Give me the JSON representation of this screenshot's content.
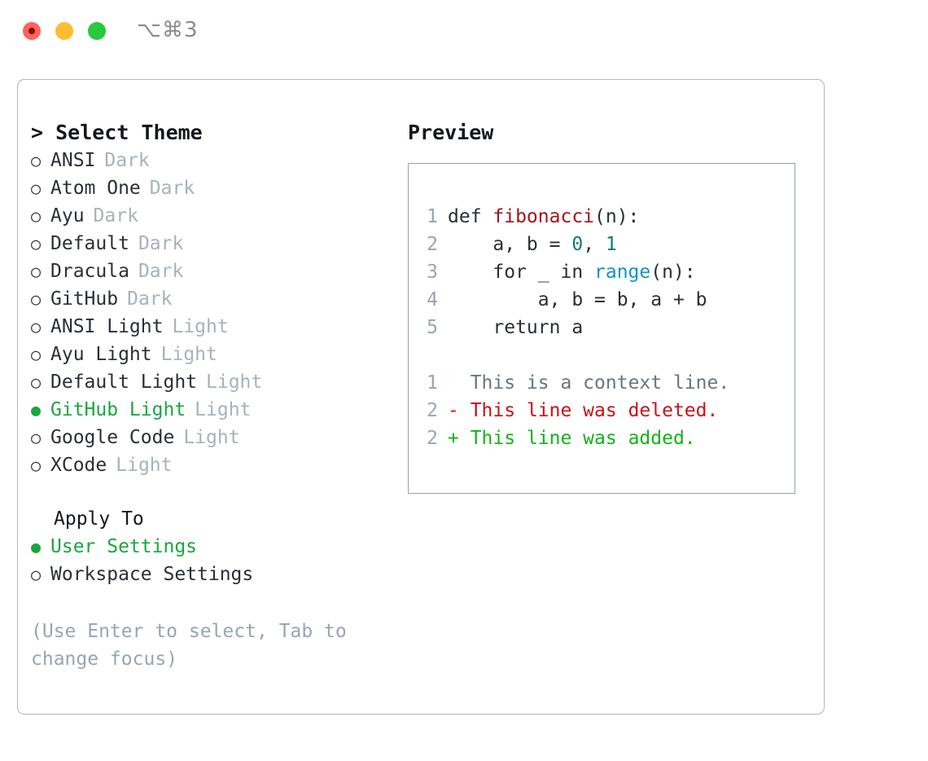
{
  "titlebar": {
    "shortcut": "⌥⌘3",
    "buttons": [
      {
        "name": "close",
        "color": "#ff6259"
      },
      {
        "name": "minimize",
        "color": "#ffbd2f"
      },
      {
        "name": "maximize",
        "color": "#28c83f"
      }
    ]
  },
  "theme_picker": {
    "heading": "> Select Theme",
    "bullet_unselected": "○",
    "bullet_selected": "●",
    "selected_theme": "GitHub Light",
    "items": [
      {
        "label": "ANSI",
        "tag": "Dark",
        "selected": false
      },
      {
        "label": "Atom One",
        "tag": "Dark",
        "selected": false
      },
      {
        "label": "Ayu",
        "tag": "Dark",
        "selected": false
      },
      {
        "label": "Default",
        "tag": "Dark",
        "selected": false
      },
      {
        "label": "Dracula",
        "tag": "Dark",
        "selected": false
      },
      {
        "label": "GitHub",
        "tag": "Dark",
        "selected": false
      },
      {
        "label": "ANSI Light",
        "tag": "Light",
        "selected": false
      },
      {
        "label": "Ayu Light",
        "tag": "Light",
        "selected": false
      },
      {
        "label": "Default Light",
        "tag": "Light",
        "selected": false
      },
      {
        "label": "GitHub Light",
        "tag": "Light",
        "selected": true
      },
      {
        "label": "Google Code",
        "tag": "Light",
        "selected": false
      },
      {
        "label": "XCode",
        "tag": "Light",
        "selected": false
      }
    ]
  },
  "apply_to": {
    "heading": "Apply To",
    "selected_option": "User Settings",
    "options": [
      {
        "label": "User Settings",
        "selected": true
      },
      {
        "label": "Workspace Settings",
        "selected": false
      }
    ]
  },
  "hint": {
    "line1": "(Use Enter to select, Tab to",
    "line2": "change focus)"
  },
  "preview": {
    "title": "Preview",
    "code_lines": [
      {
        "num": "1",
        "parts": [
          {
            "t": "def ",
            "c": "plain"
          },
          {
            "t": "fibonacci",
            "c": "fn"
          },
          {
            "t": "(n):",
            "c": "plain"
          }
        ]
      },
      {
        "num": "2",
        "parts": [
          {
            "t": "    a, b = ",
            "c": "plain"
          },
          {
            "t": "0",
            "c": "num"
          },
          {
            "t": ", ",
            "c": "plain"
          },
          {
            "t": "1",
            "c": "num"
          }
        ]
      },
      {
        "num": "3",
        "parts": [
          {
            "t": "    for _ in ",
            "c": "plain"
          },
          {
            "t": "range",
            "c": "call"
          },
          {
            "t": "(n):",
            "c": "plain"
          }
        ]
      },
      {
        "num": "4",
        "parts": [
          {
            "t": "        a, b = b, a + b",
            "c": "plain"
          }
        ]
      },
      {
        "num": "5",
        "parts": [
          {
            "t": "    return a",
            "c": "plain"
          }
        ]
      }
    ],
    "diff_lines": [
      {
        "num": "1",
        "marker": " ",
        "text": " This is a context line.",
        "kind": "ctx"
      },
      {
        "num": "2",
        "marker": "-",
        "text": " This line was deleted.",
        "kind": "del"
      },
      {
        "num": "2",
        "marker": "+",
        "text": " This line was added.",
        "kind": "add"
      }
    ]
  },
  "colors": {
    "accent_green": "#18a73e",
    "diff_add": "#13b316",
    "diff_del": "#cc0f16",
    "token_function": "#a3151b",
    "token_number": "#0c7b82",
    "token_call": "#0f93c9",
    "muted": "#a9b1bd",
    "border": "#aeb6c2"
  }
}
